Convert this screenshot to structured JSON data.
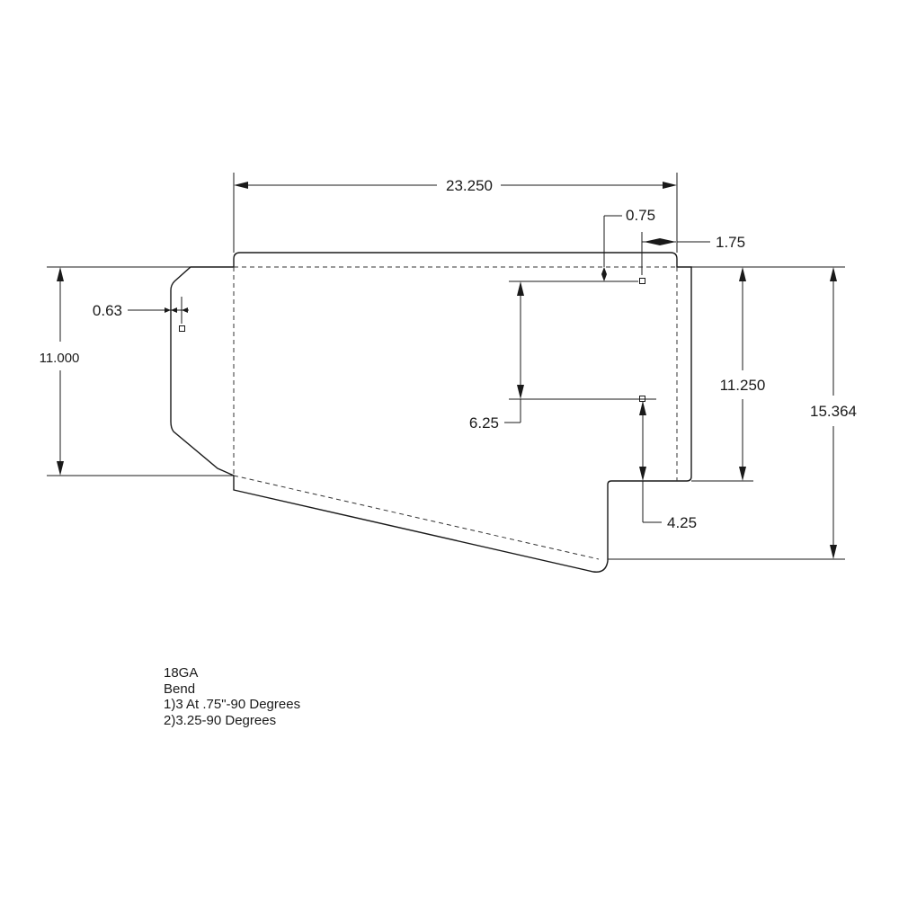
{
  "dimensions": {
    "overall_width": "23.250",
    "left_height": "11.000",
    "right_height": "15.364",
    "inner_right_height": "11.250",
    "top_offset": "0.75",
    "right_tab": "1.75",
    "left_hole_offset": "0.63",
    "hole_vertical_spacing": "6.25",
    "lower_hole_to_step": "4.25"
  },
  "notes": {
    "gauge": "18GA",
    "bend_title": "Bend",
    "bend_1": "1)3 At .75\"-90 Degrees",
    "bend_2": "2)3.25-90 Degrees"
  }
}
